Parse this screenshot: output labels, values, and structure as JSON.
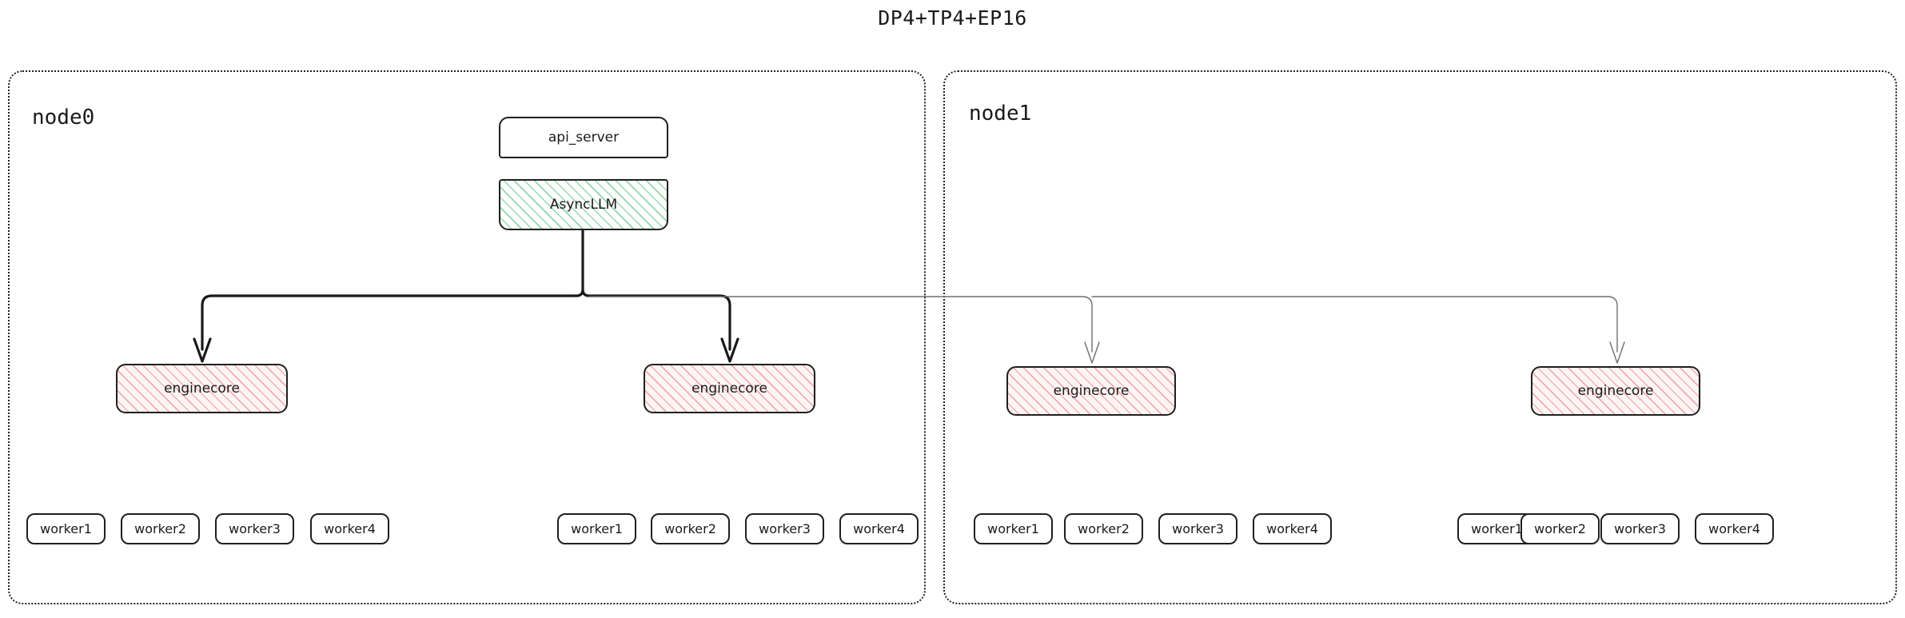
{
  "title": "DP4+TP4+EP16",
  "colors": {
    "hatch_green": "#5fc882",
    "hatch_pink": "#ee8282",
    "stroke_dark": "#1a1a1a",
    "stroke_faint": "#6e6e6e",
    "container_border": "#222222",
    "box_fill": "#ffffff",
    "enginecore_fill": "#fdf4f4"
  },
  "nodes": [
    {
      "id": "node0",
      "label": "node0",
      "boxes": {
        "api_server": "api_server",
        "asyncllm": "AsyncLLM"
      },
      "enginecores": [
        {
          "label": "enginecore"
        },
        {
          "label": "enginecore"
        }
      ],
      "worker_groups": [
        {
          "workers": [
            "worker1",
            "worker2",
            "worker3",
            "worker4"
          ]
        },
        {
          "workers": [
            "worker1",
            "worker2",
            "worker3",
            "worker4"
          ]
        }
      ]
    },
    {
      "id": "node1",
      "label": "node1",
      "boxes": {},
      "enginecores": [
        {
          "label": "enginecore"
        },
        {
          "label": "enginecore"
        }
      ],
      "worker_groups": [
        {
          "workers": [
            "worker1",
            "worker2",
            "worker3",
            "worker4"
          ]
        },
        {
          "workers": [
            "worker1",
            "worker2",
            "worker3",
            "worker4"
          ]
        }
      ]
    }
  ],
  "edges": {
    "trunk": "asyncllm-to-bus",
    "branches": [
      {
        "to": "node0-enginecore-1",
        "style": "strong"
      },
      {
        "to": "node0-enginecore-2",
        "style": "strong"
      },
      {
        "to": "node1-enginecore-1",
        "style": "faint"
      },
      {
        "to": "node1-enginecore-2",
        "style": "faint"
      }
    ]
  }
}
